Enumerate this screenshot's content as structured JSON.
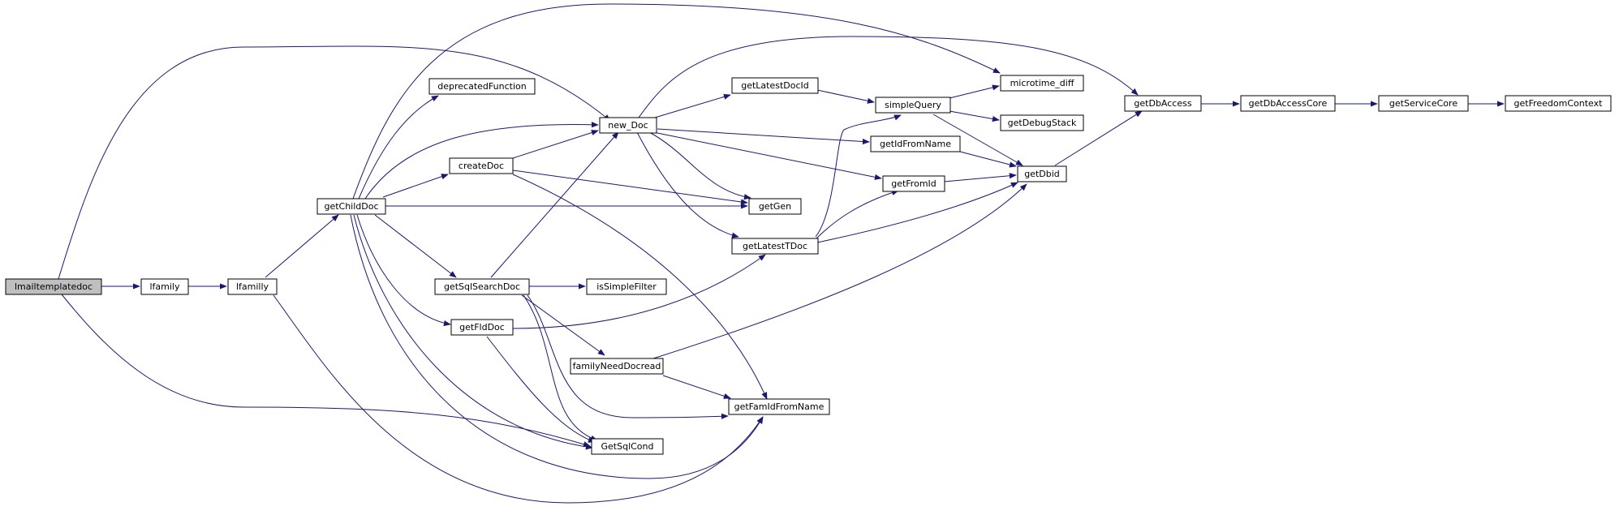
{
  "diagram": {
    "type": "call-graph",
    "colors": {
      "edge": "#191970",
      "node_fill": "#ffffff",
      "root_fill": "#bfbfbf",
      "node_border": "#000000"
    },
    "nodes": [
      {
        "id": "lmailtemplatedoc",
        "label": "lmailtemplatedoc",
        "root": true
      },
      {
        "id": "lfamily",
        "label": "lfamily"
      },
      {
        "id": "lfamilly",
        "label": "lfamilly"
      },
      {
        "id": "getChildDoc",
        "label": "getChildDoc"
      },
      {
        "id": "deprecatedFunction",
        "label": "deprecatedFunction"
      },
      {
        "id": "createDoc",
        "label": "createDoc"
      },
      {
        "id": "getSqlSearchDoc",
        "label": "getSqlSearchDoc"
      },
      {
        "id": "getFldDoc",
        "label": "getFldDoc"
      },
      {
        "id": "new_Doc",
        "label": "new_Doc"
      },
      {
        "id": "familyNeedDocread",
        "label": "familyNeedDocread"
      },
      {
        "id": "isSimpleFilter",
        "label": "isSimpleFilter"
      },
      {
        "id": "GetSqlCond",
        "label": "GetSqlCond"
      },
      {
        "id": "getLatestDocId",
        "label": "getLatestDocId"
      },
      {
        "id": "getGen",
        "label": "getGen"
      },
      {
        "id": "getLatestTDoc",
        "label": "getLatestTDoc"
      },
      {
        "id": "getFamIdFromName",
        "label": "getFamIdFromName"
      },
      {
        "id": "simpleQuery",
        "label": "simpleQuery"
      },
      {
        "id": "getIdFromName",
        "label": "getIdFromName"
      },
      {
        "id": "getFromId",
        "label": "getFromId"
      },
      {
        "id": "microtime_diff",
        "label": "microtime_diff"
      },
      {
        "id": "getDebugStack",
        "label": "getDebugStack"
      },
      {
        "id": "getDbid",
        "label": "getDbid"
      },
      {
        "id": "getDbAccess",
        "label": "getDbAccess"
      },
      {
        "id": "getDbAccessCore",
        "label": "getDbAccessCore"
      },
      {
        "id": "getServiceCore",
        "label": "getServiceCore"
      },
      {
        "id": "getFreedomContext",
        "label": "getFreedomContext"
      }
    ],
    "edges": [
      [
        "lmailtemplatedoc",
        "lfamily"
      ],
      [
        "lmailtemplatedoc",
        "new_Doc"
      ],
      [
        "lmailtemplatedoc",
        "GetSqlCond"
      ],
      [
        "lfamily",
        "lfamilly"
      ],
      [
        "lfamilly",
        "getChildDoc"
      ],
      [
        "lfamilly",
        "getFamIdFromName"
      ],
      [
        "getChildDoc",
        "deprecatedFunction"
      ],
      [
        "getChildDoc",
        "createDoc"
      ],
      [
        "getChildDoc",
        "new_Doc"
      ],
      [
        "getChildDoc",
        "getGen"
      ],
      [
        "getChildDoc",
        "getSqlSearchDoc"
      ],
      [
        "getChildDoc",
        "getFldDoc"
      ],
      [
        "getChildDoc",
        "GetSqlCond"
      ],
      [
        "getChildDoc",
        "getFamIdFromName"
      ],
      [
        "getChildDoc",
        "microtime_diff"
      ],
      [
        "createDoc",
        "new_Doc"
      ],
      [
        "createDoc",
        "getGen"
      ],
      [
        "createDoc",
        "getFamIdFromName"
      ],
      [
        "getSqlSearchDoc",
        "new_Doc"
      ],
      [
        "getSqlSearchDoc",
        "isSimpleFilter"
      ],
      [
        "getSqlSearchDoc",
        "familyNeedDocread"
      ],
      [
        "getSqlSearchDoc",
        "getFamIdFromName"
      ],
      [
        "getSqlSearchDoc",
        "GetSqlCond"
      ],
      [
        "getFldDoc",
        "getLatestTDoc"
      ],
      [
        "getFldDoc",
        "GetSqlCond"
      ],
      [
        "new_Doc",
        "getLatestDocId"
      ],
      [
        "new_Doc",
        "getIdFromName"
      ],
      [
        "new_Doc",
        "getFromId"
      ],
      [
        "new_Doc",
        "getGen"
      ],
      [
        "new_Doc",
        "getLatestTDoc"
      ],
      [
        "new_Doc",
        "getDbAccess"
      ],
      [
        "familyNeedDocread",
        "getDbid"
      ],
      [
        "familyNeedDocread",
        "getFamIdFromName"
      ],
      [
        "getLatestDocId",
        "simpleQuery"
      ],
      [
        "getLatestTDoc",
        "simpleQuery"
      ],
      [
        "getLatestTDoc",
        "getFromId"
      ],
      [
        "getLatestTDoc",
        "getDbid"
      ],
      [
        "simpleQuery",
        "microtime_diff"
      ],
      [
        "simpleQuery",
        "getDebugStack"
      ],
      [
        "simpleQuery",
        "getDbid"
      ],
      [
        "getIdFromName",
        "getDbid"
      ],
      [
        "getFromId",
        "getDbid"
      ],
      [
        "getDbid",
        "getDbAccess"
      ],
      [
        "getDbAccess",
        "getDbAccessCore"
      ],
      [
        "getDbAccessCore",
        "getServiceCore"
      ],
      [
        "getServiceCore",
        "getFreedomContext"
      ]
    ]
  }
}
